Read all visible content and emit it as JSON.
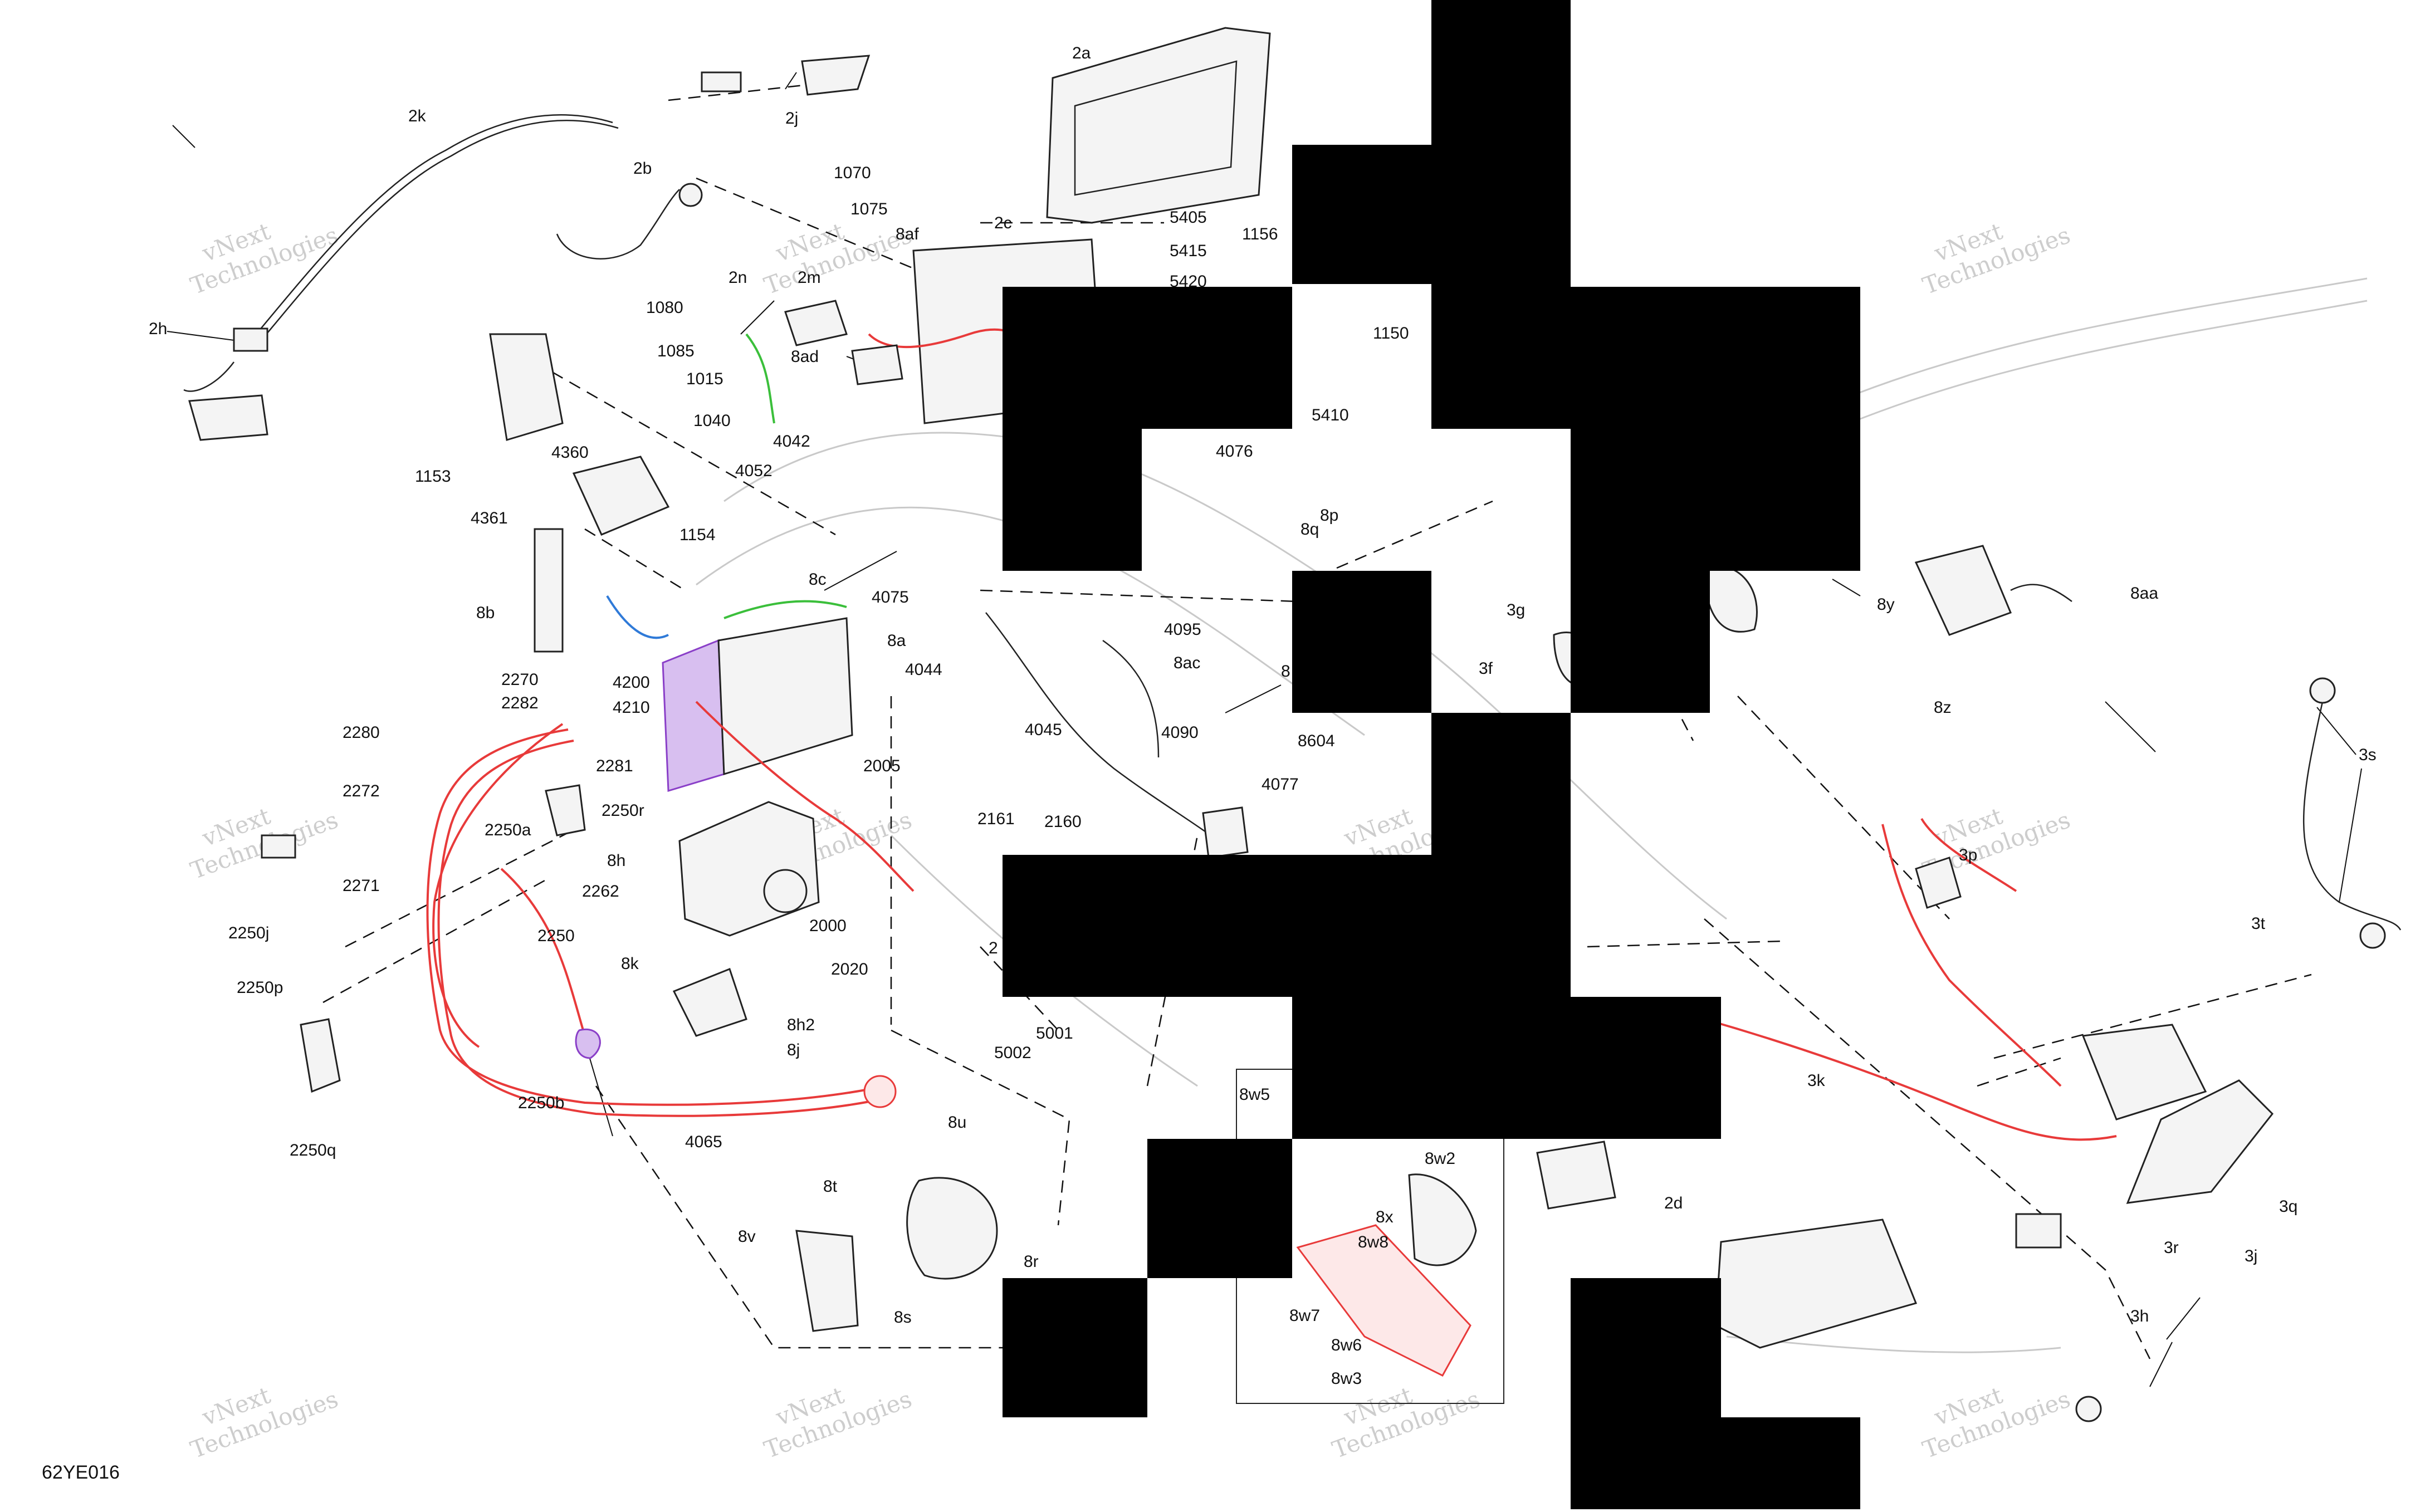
{
  "diagram_code": "62YE016",
  "watermark": [
    "vNext",
    "Technologies"
  ],
  "labels": {
    "l2a": "2a",
    "l2k": "2k",
    "l2j": "2j",
    "l2b": "2b",
    "l2h": "2h",
    "l2c": "2c",
    "l2n": "2n",
    "l2m": "2m",
    "l2d": "2d",
    "l1070": "1070",
    "l1075": "1075",
    "l1080": "1080",
    "l1085": "1085",
    "l1015": "1015",
    "l1040": "1040",
    "l8af": "8af",
    "l8ad": "8ad",
    "l4042": "4042",
    "l1153": "1153",
    "l4360": "4360",
    "l4361": "4361",
    "l4052": "4052",
    "l1154": "1154",
    "l8b": "8b",
    "l8c": "8c",
    "l4075": "4075",
    "l8a": "8a",
    "l4200": "4200",
    "l4210": "4210",
    "l2270": "2270",
    "l2282": "2282",
    "l2280": "2280",
    "l2281": "2281",
    "l2272": "2272",
    "l2250r": "2250r",
    "l2250a": "2250a",
    "l2262": "2262",
    "l2271": "2271",
    "l2250j": "2250j",
    "l2250": "2250",
    "l2250p": "2250p",
    "l2250q": "2250q",
    "l2250b": "2250b",
    "l4065": "4065",
    "l8h": "8h",
    "l8k": "8k",
    "l8h2": "8h2",
    "l8j": "8j",
    "l2000": "2000",
    "l2020": "2020",
    "l2005": "2005",
    "l4044": "4044",
    "l4045": "4045",
    "l4095": "4095",
    "l4090": "4090",
    "l4077": "4077",
    "l2161": "2161",
    "l2160": "2160",
    "l2x": "2",
    "l5001": "5001",
    "l5002": "5002",
    "l8u": "8u",
    "l8t": "8t",
    "l8v": "8v",
    "l8r": "8r",
    "l8s": "8s",
    "l8w5": "8w5",
    "l8w2": "8w2",
    "l8x": "8x",
    "l8w8": "8w8",
    "l8w7": "8w7",
    "l8w6": "8w6",
    "l8w3": "8w3",
    "l5405": "5405",
    "l5415": "5415",
    "l5420": "5420",
    "l1156": "1156",
    "l1150": "1150",
    "l5410": "5410",
    "l4076": "4076",
    "l8p": "8p",
    "l8q": "8q",
    "l8ac": "8ac",
    "l8x2": "8",
    "l8604": "8604",
    "l3g": "3g",
    "l3f": "3f",
    "l8y": "8y",
    "l8aa": "8aa",
    "l8z": "8z",
    "l3s": "3s",
    "l3p": "3p",
    "l3t": "3t",
    "l3k": "3k",
    "l3q": "3q",
    "l3r": "3r",
    "l3j": "3j",
    "l3h": "3h"
  }
}
